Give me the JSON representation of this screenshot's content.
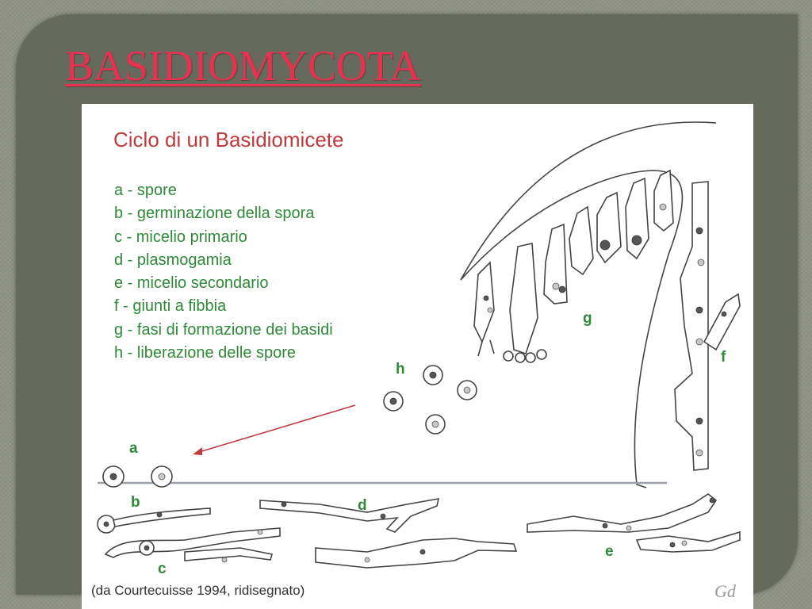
{
  "slide": {
    "title": "BASIDIOMYCOTA"
  },
  "figure": {
    "title": "Ciclo di un Basidiomicete",
    "legend": [
      "a - spore",
      "b - germinazione della spora",
      "c - micelio primario",
      "d - plasmogamia",
      "e - micelio secondario",
      "f - giunti a fibbia",
      "g - fasi di formazione dei basidi",
      "h - liberazione delle spore"
    ],
    "labels": {
      "a": "a",
      "b": "b",
      "c": "c",
      "d": "d",
      "e": "e",
      "f": "f",
      "g": "g",
      "h": "h"
    },
    "credit": "(da Courtecuisse 1994, ridisegnato)",
    "signature": "Gd"
  },
  "colors": {
    "title": "#e8304f",
    "figure_title": "#c0393d",
    "legend": "#2e8a38",
    "arrow": "#c0393d"
  }
}
